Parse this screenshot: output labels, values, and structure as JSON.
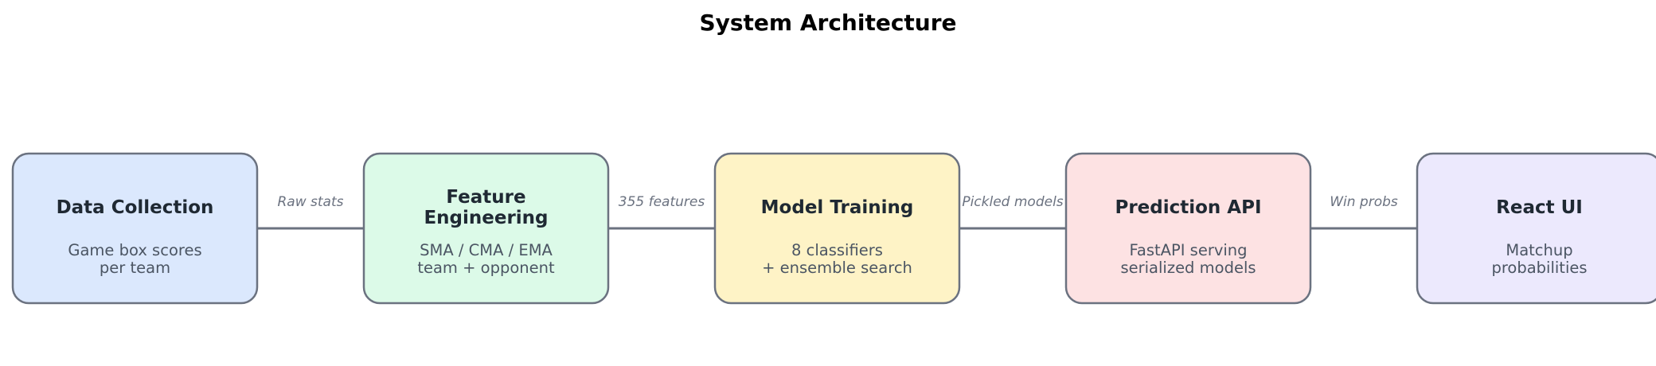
{
  "title": "System Architecture",
  "colors": {
    "stroke": "#6b7280",
    "arrow": "#6b7280"
  },
  "stages": [
    {
      "title": "Data Collection",
      "subtitle": [
        "Game box scores",
        "per team"
      ],
      "fill": "#dbe8fd"
    },
    {
      "title": [
        "Feature",
        "Engineering"
      ],
      "subtitle": [
        "SMA / CMA / EMA",
        "team + opponent"
      ],
      "fill": "#dcfae8"
    },
    {
      "title": "Model Training",
      "subtitle": [
        "8 classifiers",
        "+ ensemble search"
      ],
      "fill": "#fef3c6"
    },
    {
      "title": "Prediction API",
      "subtitle": [
        "FastAPI serving",
        "serialized models"
      ],
      "fill": "#fde2e3"
    },
    {
      "title": "React UI",
      "subtitle": [
        "Matchup",
        "probabilities"
      ],
      "fill": "#ece9fd"
    }
  ],
  "edges": [
    {
      "label": "Raw stats"
    },
    {
      "label": "355 features"
    },
    {
      "label": "Pickled models"
    },
    {
      "label": "Win probs"
    }
  ]
}
